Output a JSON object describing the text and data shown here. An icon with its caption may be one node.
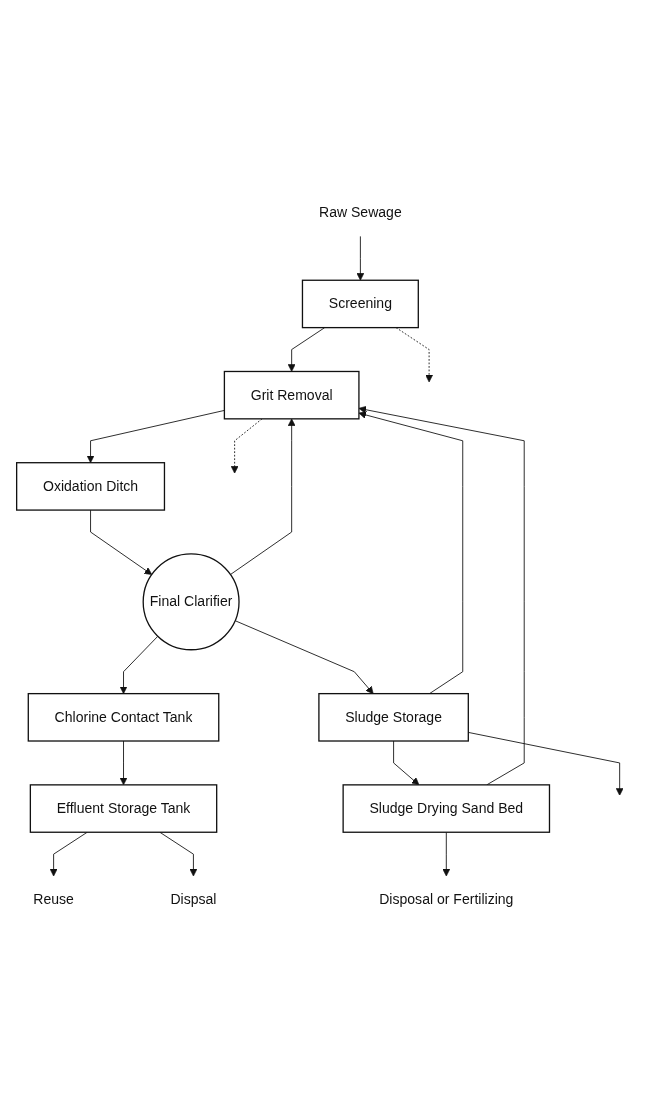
{
  "diagram": {
    "nodes": [
      {
        "text": [
          "Raw Sewage"
        ]
      },
      {
        "text": [
          "Screening"
        ]
      },
      {
        "text": [
          "Grit Removal"
        ]
      },
      {
        "text": [
          "Oxidation Ditch"
        ]
      },
      {
        "text": [
          "Final Clarifier"
        ]
      },
      {
        "text": [
          "Sludge Storage"
        ]
      },
      {
        "text": [
          "Chlorine Contact Tank"
        ]
      },
      {
        "text": [
          "Sludge Drying Sand Bed"
        ]
      },
      {
        "text": [
          "Effluent Storage Tank"
        ]
      },
      {
        "text": [
          "Disposal or Fertilizing"
        ]
      },
      {
        "text": [
          "Dispsal"
        ]
      },
      {
        "text": [
          "Reuse"
        ]
      }
    ],
    "edges": [
      {
        "from": 0,
        "to": 1,
        "arrow": "to"
      },
      {
        "from": 1,
        "to": null,
        "arrow": "to",
        "style": "dashed"
      },
      {
        "from": 1,
        "to": 2,
        "arrow": "to"
      },
      {
        "from": 2,
        "to": null,
        "arrow": "to",
        "style": "dashed"
      },
      {
        "from": 2,
        "to": 3,
        "arrow": "to"
      },
      {
        "from": 3,
        "to": 4,
        "arrow": "to"
      },
      {
        "from": 4,
        "to": 5,
        "arrow": "to"
      },
      {
        "from": 4,
        "to": 2,
        "arrow": "to"
      },
      {
        "from": 5,
        "to": 2,
        "arrow": "to"
      },
      {
        "from": 5,
        "to": null,
        "arrow": "to"
      },
      {
        "from": 5,
        "to": 7,
        "arrow": "to"
      },
      {
        "from": 7,
        "to": 2,
        "arrow": "to"
      },
      {
        "from": 7,
        "to": 9,
        "arrow": "to"
      },
      {
        "from": 4,
        "to": 6,
        "arrow": "to"
      },
      {
        "from": 6,
        "to": 8,
        "arrow": "to"
      },
      {
        "from": 8,
        "to": 10,
        "arrow": "to"
      },
      {
        "from": 8,
        "to": 11,
        "arrow": "to"
      }
    ]
  }
}
